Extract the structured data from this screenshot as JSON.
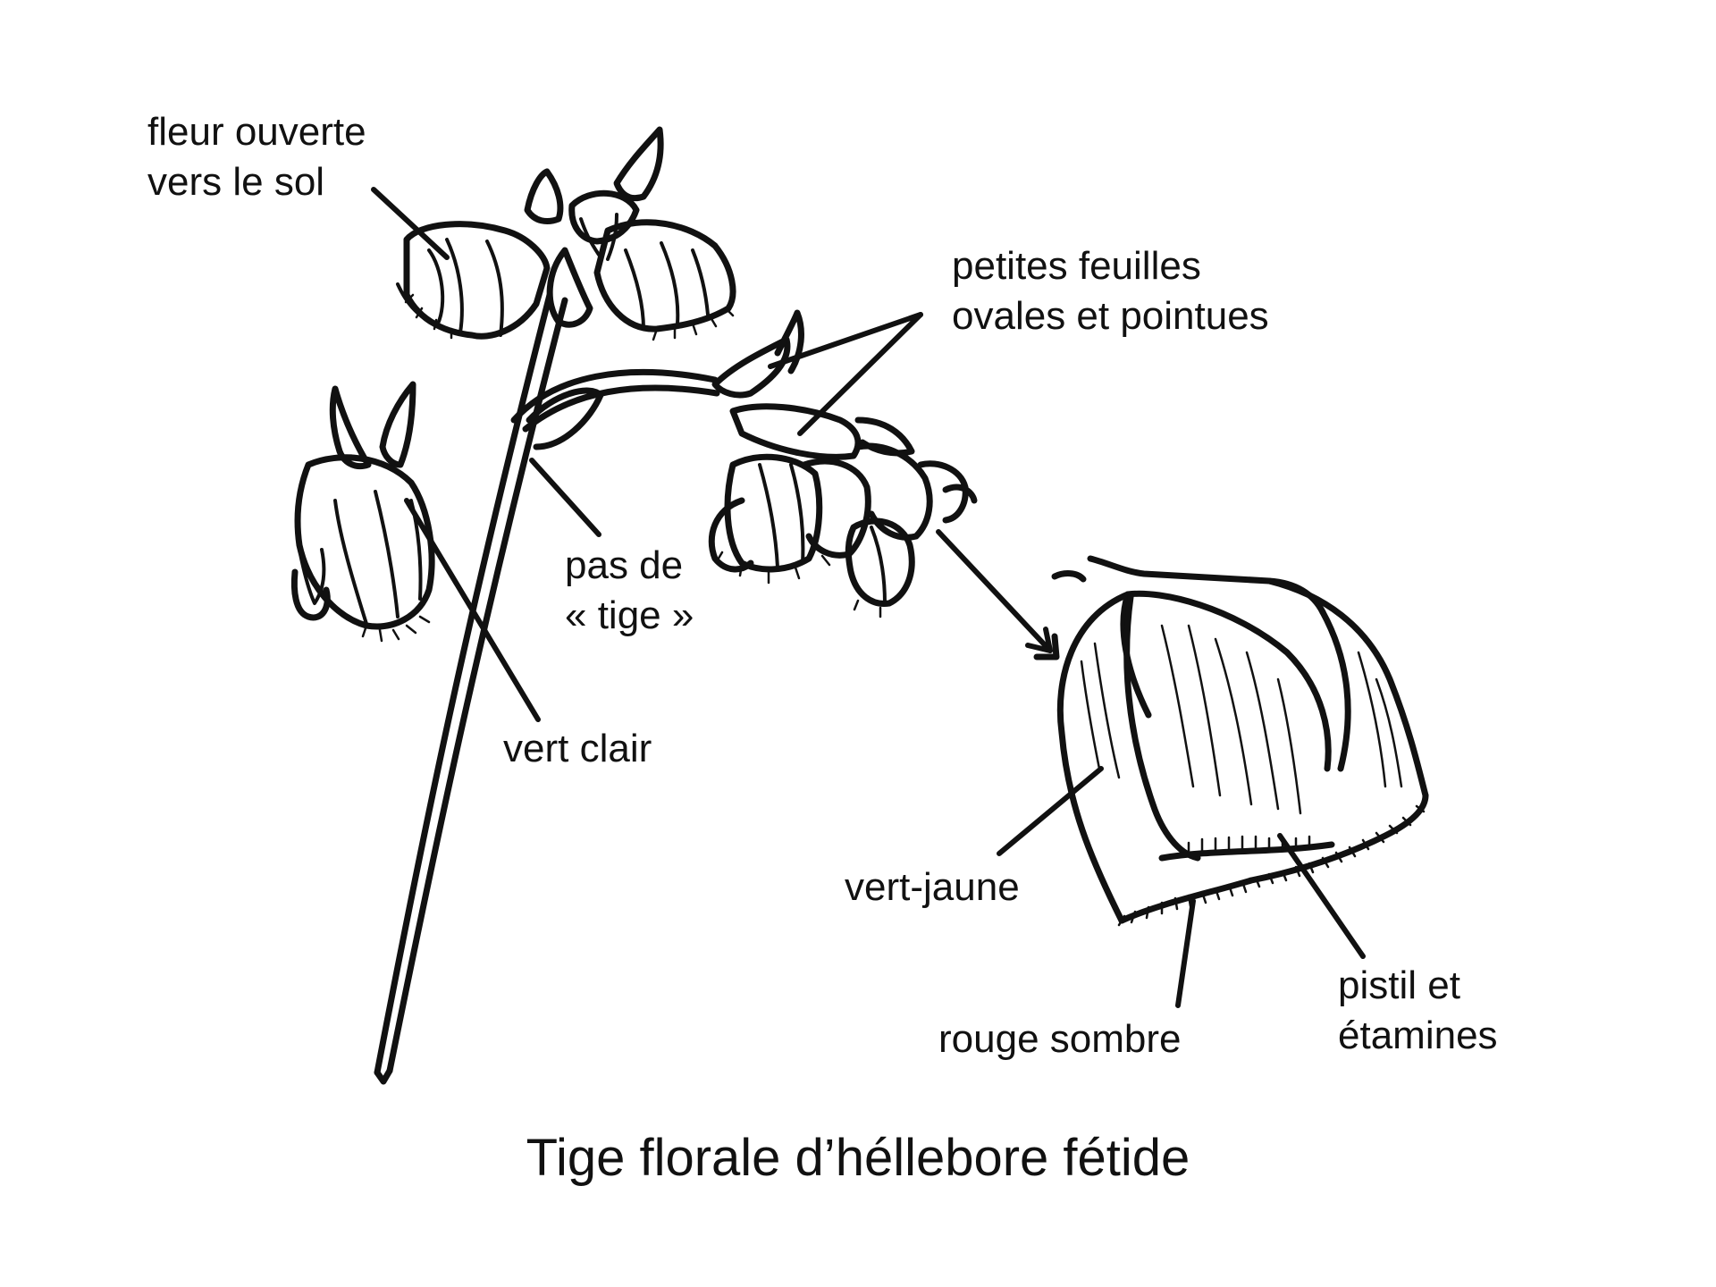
{
  "title": "Tige florale d’héllebore fétide",
  "labels": {
    "fleur_ouverte": [
      "fleur ouverte",
      "vers le sol"
    ],
    "petites_feuilles": [
      "petites feuilles",
      "ovales et pointues"
    ],
    "pas_de_tige": [
      "pas de",
      "« tige »"
    ],
    "vert_clair": "vert clair",
    "vert_jaune": "vert-jaune",
    "rouge_sombre": "rouge sombre",
    "pistil": [
      "pistil et",
      "étamines"
    ]
  },
  "colors": {
    "ink": "#111111",
    "background": "#ffffff"
  }
}
